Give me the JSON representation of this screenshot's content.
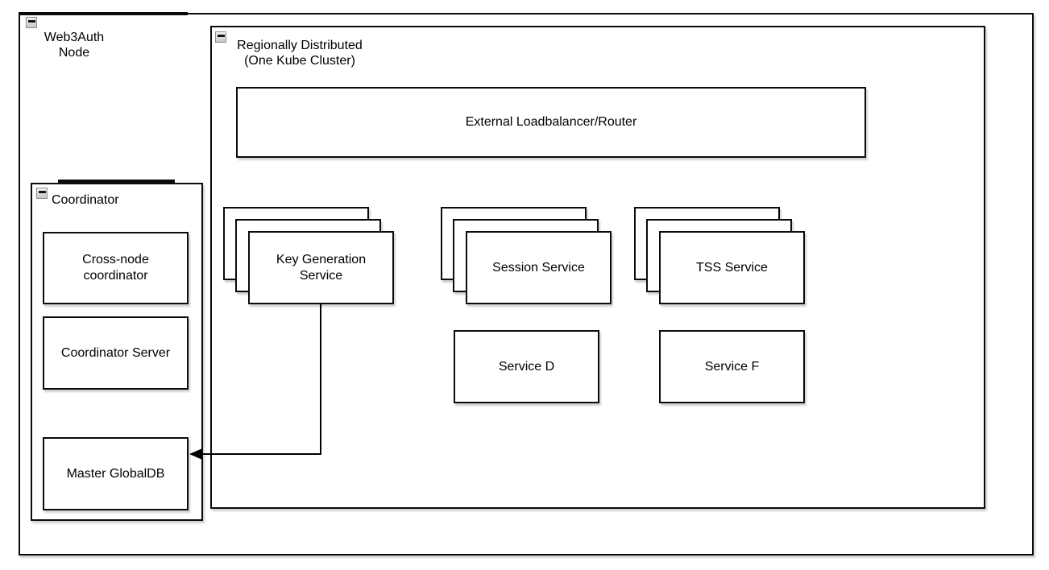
{
  "app": {
    "type": "architecture-diagram",
    "background": "#ffffff"
  },
  "colors": {
    "stroke": "#0b0b0b",
    "node_fill": "#ffffff",
    "shadow": "rgba(0,0,0,0.18)",
    "collapse_button_border": "#8f8f8f"
  },
  "groups": {
    "web3auth_node": {
      "title": "Web3Auth\nNode",
      "collapse_icon": "minus-collapse-icon"
    },
    "regionally_distributed": {
      "title": "Regionally Distributed\n(One Kube Cluster)",
      "collapse_icon": "minus-collapse-icon"
    },
    "coordinator": {
      "title": "Coordinator",
      "collapse_icon": "minus-collapse-icon"
    }
  },
  "nodes": {
    "external_loadbalancer": {
      "label": "External Loadbalancer/Router"
    },
    "key_generation_service": {
      "label": "Key Generation\nService",
      "stack_count": 3
    },
    "session_service": {
      "label": "Session Service",
      "stack_count": 3
    },
    "tss_service": {
      "label": "TSS Service",
      "stack_count": 3
    },
    "service_d": {
      "label": "Service D"
    },
    "service_f": {
      "label": "Service F"
    },
    "cross_node_coordinator": {
      "label": "Cross-node\ncoordinator"
    },
    "coordinator_server": {
      "label": "Coordinator Server"
    },
    "master_globaldb": {
      "label": "Master GlobalDB"
    }
  },
  "edges": [
    {
      "from": "key_generation_service",
      "to": "master_globaldb",
      "style": "orthogonal",
      "arrow": "target-left"
    }
  ]
}
